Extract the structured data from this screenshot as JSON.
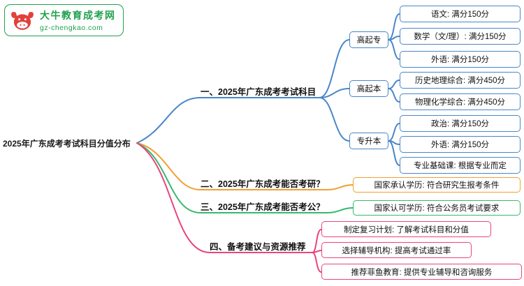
{
  "page": {
    "title": "2025年广东成考考试科目分值分布"
  },
  "logo": {
    "site_name": "大牛教育成考网",
    "site_url": "gz-chengkao.com",
    "icon": "bull-icon"
  },
  "root": {
    "label": "2025年广东成考考试科目分值分布"
  },
  "colors": {
    "branch1": "#4a86c9",
    "branch2": "#f0a030",
    "branch3": "#35b96e",
    "branch4": "#e8457f",
    "logo_green": "#21a14d",
    "logo_red": "#e2403a",
    "text": "#1a1a1a"
  },
  "branches": [
    {
      "label": "一、2025年广东成考考试科目",
      "children": [
        {
          "label": "高起专",
          "leaves": [
            "语文: 满分150分",
            "数学（文/理）: 满分150分",
            "外语: 满分150分"
          ]
        },
        {
          "label": "高起本",
          "leaves": [
            "历史地理综合: 满分450分",
            "物理化学综合: 满分450分"
          ]
        },
        {
          "label": "专升本",
          "leaves": [
            "政治: 满分150分",
            "外语: 满分150分",
            "专业基础课: 根据专业而定"
          ]
        }
      ]
    },
    {
      "label": "二、2025年广东成考能否考研？",
      "leaves": [
        "国家承认学历: 符合研究生报考条件"
      ]
    },
    {
      "label": "三、2025年广东成考能否考公？",
      "leaves": [
        "国家认可学历: 符合公务员考试要求"
      ]
    },
    {
      "label": "四、备考建议与资源推荐",
      "leaves": [
        "制定复习计划: 了解考试科目和分值",
        "选择辅导机构: 提高考试通过率",
        "推荐菲鱼教育: 提供专业辅导和咨询服务"
      ]
    }
  ]
}
